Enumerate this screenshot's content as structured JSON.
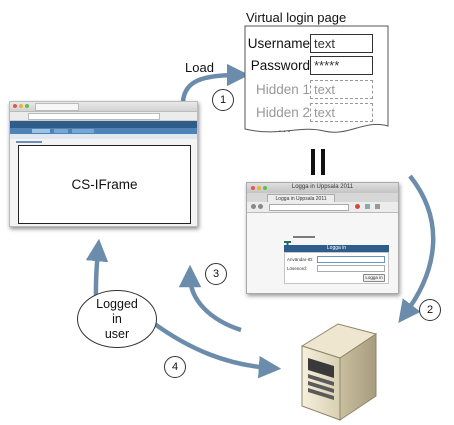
{
  "virtual_page": {
    "title": "Virtual login page",
    "username_label": "Username",
    "username_value": "text",
    "password_label": "Password",
    "password_value": "*****",
    "hidden1_label": "Hidden 1",
    "hidden1_value": "text",
    "hidden2_label": "Hidden 2",
    "hidden2_value": "text",
    "ellipsis": "..."
  },
  "load_label": "Load",
  "steps": [
    "1",
    "2",
    "3",
    "4"
  ],
  "iframe_label": "CS-IFrame",
  "bubble": {
    "line1": "Logged",
    "line2": "in",
    "line3": "user"
  },
  "login_window": {
    "window_title": "Logga in Uppsala 2011",
    "tab_label": "Logga in Uppsala 2011",
    "header": "Logga in",
    "field1_label": "Användar-ID:",
    "field2_label": "Lösenord:",
    "button": "Logga in"
  },
  "colors": {
    "arrow": "#6b8caa",
    "accent": "#2e5d8c"
  }
}
